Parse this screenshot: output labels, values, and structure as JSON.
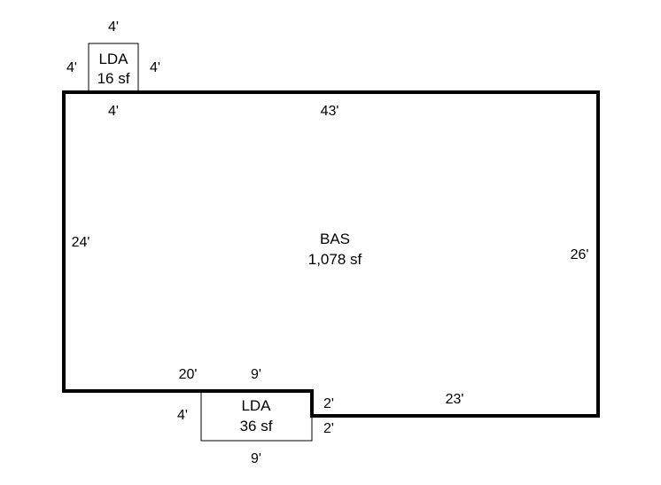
{
  "main_area": {
    "code": "BAS",
    "area": "1,078 sf",
    "dims": {
      "top": "43'",
      "left": "24'",
      "right": "26'",
      "bottom_left": "20'",
      "bottom_mid": "9'",
      "step": "2'",
      "bottom_right": "23'",
      "top_left_inner": "4'"
    }
  },
  "small_addition": {
    "code": "LDA",
    "area": "16 sf",
    "dims": {
      "top": "4'",
      "left": "4'",
      "right": "4'"
    }
  },
  "bottom_addition": {
    "code": "LDA",
    "area": "36 sf",
    "dims": {
      "left": "4'",
      "right": "2'",
      "bottom": "9'"
    }
  }
}
